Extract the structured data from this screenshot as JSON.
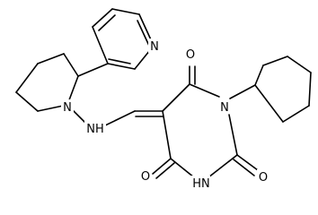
{
  "atom_labels": {
    "o_top": "O",
    "n_imide_right": "N",
    "o_right": "O",
    "o_bottom": "O",
    "nh_ring": "HN",
    "n_pyridine": "N",
    "n_piperidine": "N",
    "nh_linker": "NH"
  },
  "colors": {
    "bonds": "#000000",
    "text": "#000000",
    "background": "#ffffff"
  }
}
